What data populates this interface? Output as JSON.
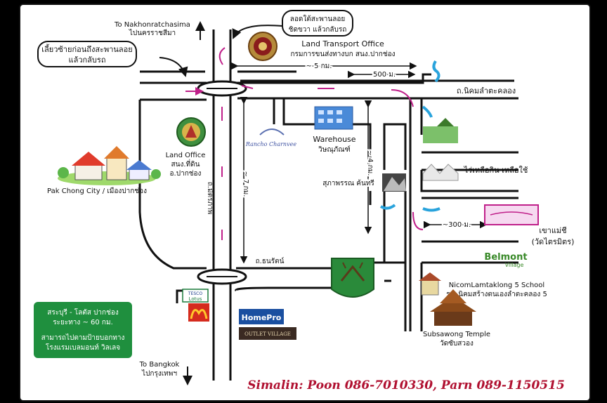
{
  "to_nakhon": {
    "en": "To Nakhonratchasima",
    "th": "ไปนครราชสีมา"
  },
  "to_bangkok": {
    "en": "To Bangkok",
    "th": "ไปกรุงเทพฯ"
  },
  "note_left": {
    "line1": "เลี้ยวซ้ายก่อนถึงสะพานลอย",
    "line2": "แล้วกลับรถ"
  },
  "note_top": {
    "line1": "ลอดใต้สะพานลอย",
    "line2": "ชิดขวา แล้วกลับรถ"
  },
  "land_transport": {
    "en": "Land Transport  Office",
    "th": "กรมการขนส่งทางบก สนง.ปากช่อง"
  },
  "dist_5km": "~ 5 กม.",
  "dist_500m": "500 ม.",
  "road_lamtakong": "ถ.นิคมลำตะคลอง",
  "land_office": {
    "line1": "Land Office",
    "line2": "สนง.ที่ดิน",
    "line3": "อ.ปากช่อง"
  },
  "pak_chong_city": "Pak Chong City / เมืองปากช่อง",
  "rancho_logo": "Rancho Charnvee",
  "warehouse": {
    "en": "Warehouse",
    "th": "วิษณุภัณฑ์"
  },
  "supaporn": "สุภาพรรณ ค้นทรี",
  "dist_4km": "~ 4 กม.",
  "dist_7km": "~ 7 กม.",
  "road_mittraphap": "ถ.มิตรภาพ",
  "road_thanarat": "ถ.ธนรัตน์",
  "rai_liakin": "ไร่เหลือกิน  เหลือใช้",
  "dist_300m": "~300 ม.",
  "khao_mae_chi": {
    "line1": "เขาแม่ชี",
    "line2": "(วัดไตรมิตร)"
  },
  "belmont": {
    "line1": "Belmont",
    "line2": "Village"
  },
  "school": {
    "en": "NicomLamtaklong 5 School",
    "th": "ร.ร.นิคมสร้างตนเองลำตะคลอง 5"
  },
  "temple": {
    "en": "Subsawong Temple",
    "th": "วัดซับสวอง"
  },
  "tesco": {
    "line1": "TESCO",
    "line2": "Lotus"
  },
  "homepro": "HomePro",
  "outlet": "OUTLET VILLAGE",
  "route_info": {
    "line1": "สระบุรี - โลตัส ปากช่อง",
    "line2": "ระยะทาง ~ 60 กม.",
    "line3": "สามารถไปตามป้ายบอกทาง",
    "line4": "โรงแรมเบลมอนท์ วิลเลจ"
  },
  "contact": "Simalin: Poon 086-7010330, Parn 089-1150515",
  "colors": {
    "road": "#111111",
    "u_turn": "#c0208a",
    "water": "#29a3dc",
    "route_box": "#1f8f3e",
    "contact": "#b01030"
  }
}
